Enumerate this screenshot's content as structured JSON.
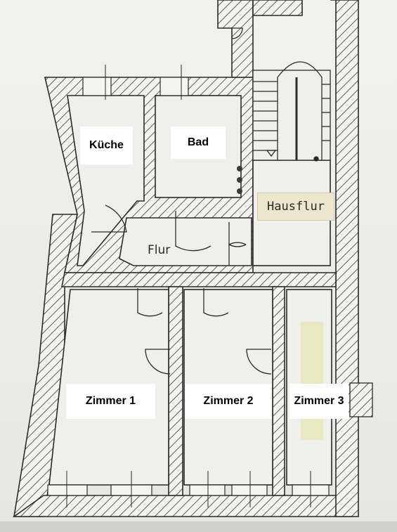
{
  "rooms": {
    "kueche": "Küche",
    "bad": "Bad",
    "hausflur": "Hausflur",
    "flur": "Flur",
    "zimmer1": "Zimmer 1",
    "zimmer2": "Zimmer 2",
    "zimmer3": "Zimmer 3"
  },
  "colors": {
    "wall_outline": "#2b2b2b",
    "hatch": "#3a3a3a",
    "paper": "#eeeeeb",
    "label_bg": "#ffffff",
    "hausflur_bg": "#ece6cf"
  }
}
